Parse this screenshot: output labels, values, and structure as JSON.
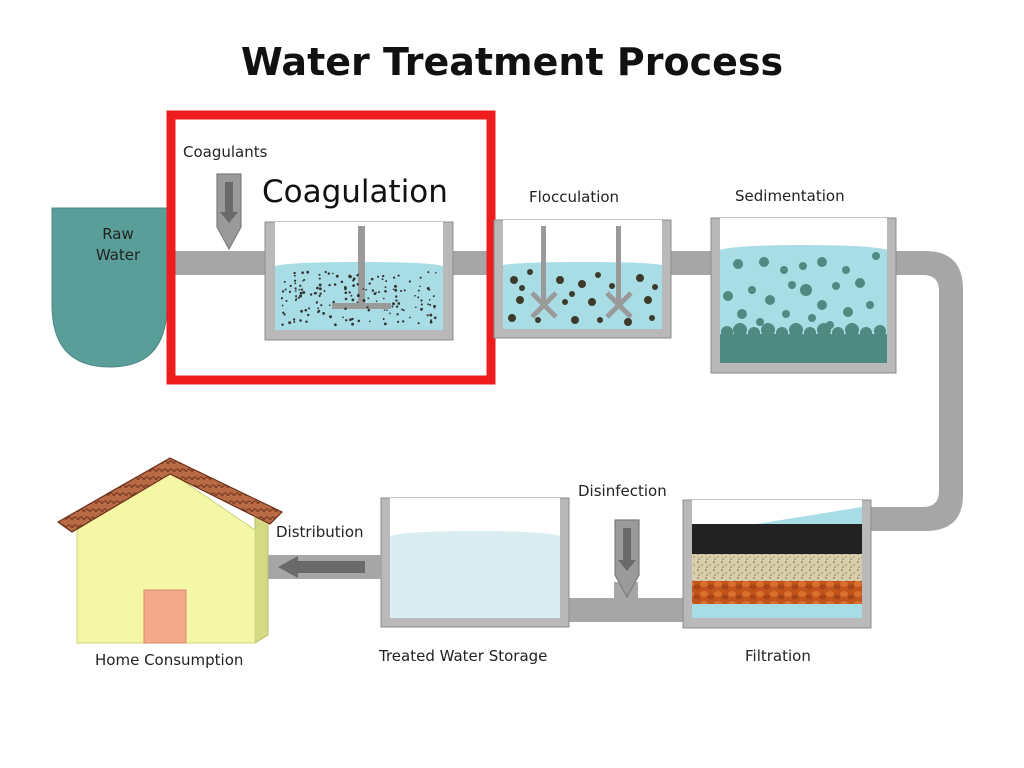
{
  "title": "Water Treatment Process",
  "labels": {
    "coagulants": "Coagulants",
    "coagulation": "Coagulation",
    "flocculation": "Flocculation",
    "sedimentation": "Sedimentation",
    "raw_water_line1": "Raw",
    "raw_water_line2": "Water",
    "disinfection": "Disinfection",
    "distribution": "Distribution",
    "home_consumption": "Home Consumption",
    "treated_water_storage": "Treated Water Storage",
    "filtration": "Filtration"
  },
  "highlight": {
    "stage": "Coagulation",
    "color": "#ee1c1c"
  },
  "colors": {
    "pipe": "#a6a6a6",
    "water": "#a9dde6",
    "raw_water": "#5a9e9a",
    "tank_frame": "#b9b9b9",
    "house_wall": "#f4f7a6",
    "door": "#f4a98a",
    "roof": "#a65a3a"
  }
}
